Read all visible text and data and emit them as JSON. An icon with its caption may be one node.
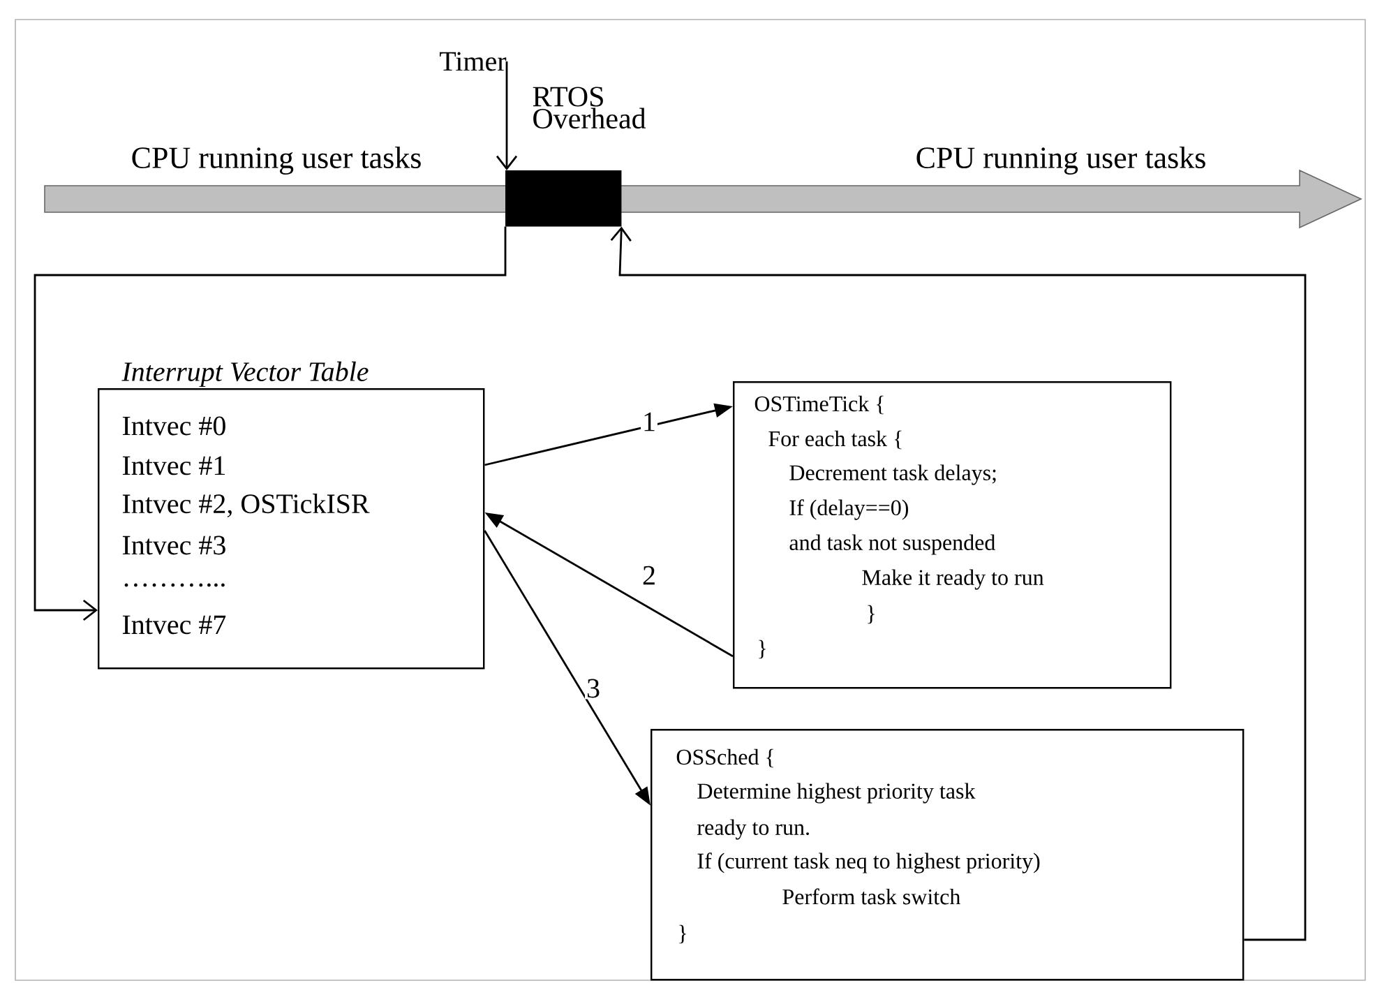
{
  "diagram": {
    "nodes": [
      {
        "text": [
          "Timer"
        ]
      },
      {
        "text": [
          "RTOS Overhead"
        ]
      },
      {
        "text": [
          "Interrupt Vector Table",
          "Intvec #0",
          "Intvec #1",
          "Intvec #2, OSTickISR",
          "Intvec #3",
          "………...",
          "Intvec #7"
        ]
      },
      {
        "text": [
          "OSTimeTick {",
          "For each task {",
          "Decrement task delays;",
          "If (delay==0)",
          "and task not suspended",
          "Make it ready to run",
          "}",
          "}"
        ]
      },
      {
        "text": [
          "OSSched {",
          "Determine highest priority task",
          "ready to run.",
          "If (current  task neq to highest priority)",
          "Perform task switch",
          "}"
        ]
      }
    ],
    "edges": [
      {
        "from": 0,
        "to": 1,
        "arrow": "to"
      },
      {
        "from": 1,
        "to": 2,
        "arrow": "to"
      },
      {
        "from": 2,
        "to": 3,
        "arrow": "to",
        "label": "1"
      },
      {
        "from": 3,
        "to": 2,
        "arrow": "to",
        "label": "2"
      },
      {
        "from": 2,
        "to": 4,
        "arrow": "to",
        "label": "3"
      },
      {
        "from": 4,
        "to": 1,
        "arrow": "to"
      }
    ],
    "labels": [
      "CPU running user tasks",
      "CPU running user tasks"
    ]
  }
}
